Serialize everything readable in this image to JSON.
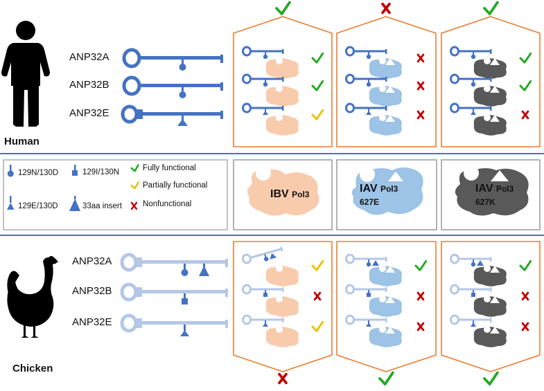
{
  "species": {
    "human": "Human",
    "chicken": "Chicken"
  },
  "human_genes": [
    "ANP32A",
    "ANP32B",
    "ANP32E"
  ],
  "chicken_genes": [
    "ANP32A",
    "ANP32B",
    "ANP32E"
  ],
  "legend": {
    "mut_129N_130D": "129N/130D",
    "mut_129I_130N": "129I/130N",
    "mut_129E_130D": "129E/130D",
    "insert_33aa": "33aa insert",
    "fully": "Fully functional",
    "partially": "Partially functional",
    "non": "Nonfunctional"
  },
  "polymerases": [
    {
      "name": "IBV",
      "sub": "Pol3",
      "mutation": ""
    },
    {
      "name": "IAV",
      "sub": "Pol3",
      "mutation": "627E"
    },
    {
      "name": "IAV",
      "sub": "Pol3",
      "mutation": "627K"
    }
  ],
  "outcomes": {
    "human_overall": [
      "fully",
      "non",
      "fully"
    ],
    "human": [
      [
        "fully",
        "non",
        "fully"
      ],
      [
        "fully",
        "non",
        "fully"
      ],
      [
        "partially",
        "non",
        "non"
      ]
    ],
    "chicken": [
      [
        "partially",
        "fully",
        "fully"
      ],
      [
        "non",
        "non",
        "non"
      ],
      [
        "partially",
        "non",
        "non"
      ]
    ],
    "chicken_overall": [
      "non",
      "fully",
      "fully"
    ]
  },
  "colors": {
    "human_key": "#4472c4",
    "chicken_key": "#b4c7e7",
    "ibv": "#f8cbad",
    "iav627e": "#9dc3e6",
    "iav627k": "#595959",
    "panel_border": "#ed7d31",
    "divider": "#4472c4",
    "check": "#22aa22",
    "partial": "#f0c000",
    "cross": "#c00000"
  },
  "icons": {
    "check": "check-icon",
    "partial": "partial-check-icon",
    "cross": "cross-icon"
  }
}
